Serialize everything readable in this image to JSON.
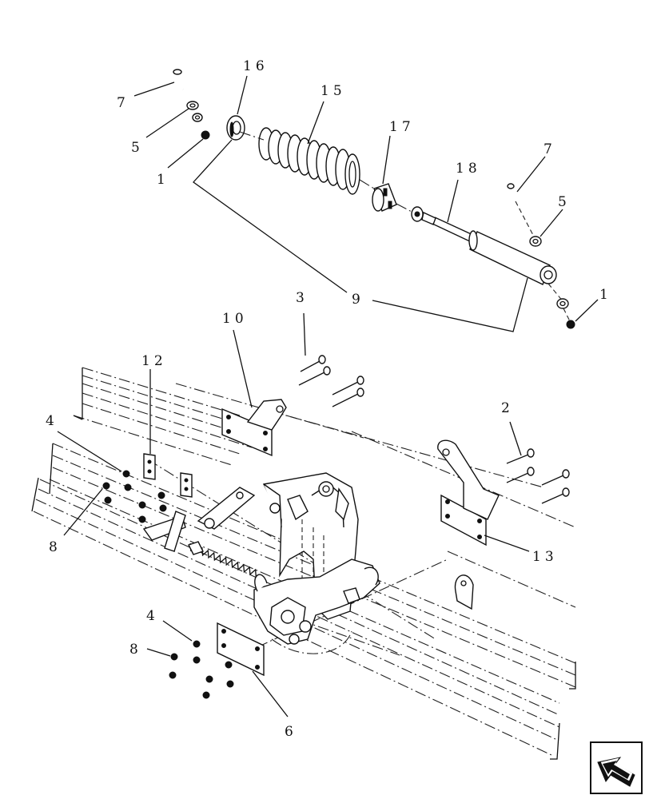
{
  "callouts": {
    "c1_top_left": "1",
    "c1_right": "1",
    "c2": "2",
    "c3": "3",
    "c4_upper": "4",
    "c4_lower": "4",
    "c5_left": "5",
    "c5_right": "5",
    "c6": "6",
    "c7_left": "7",
    "c7_right": "7",
    "c8_upper": "8",
    "c8_lower": "8",
    "c9": "9",
    "c10": "10",
    "c12": "12",
    "c13": "13",
    "c15": "15",
    "c16": "16",
    "c17": "17",
    "c18": "18"
  },
  "nav": {
    "icon": "previous-page-arrow-icon"
  }
}
